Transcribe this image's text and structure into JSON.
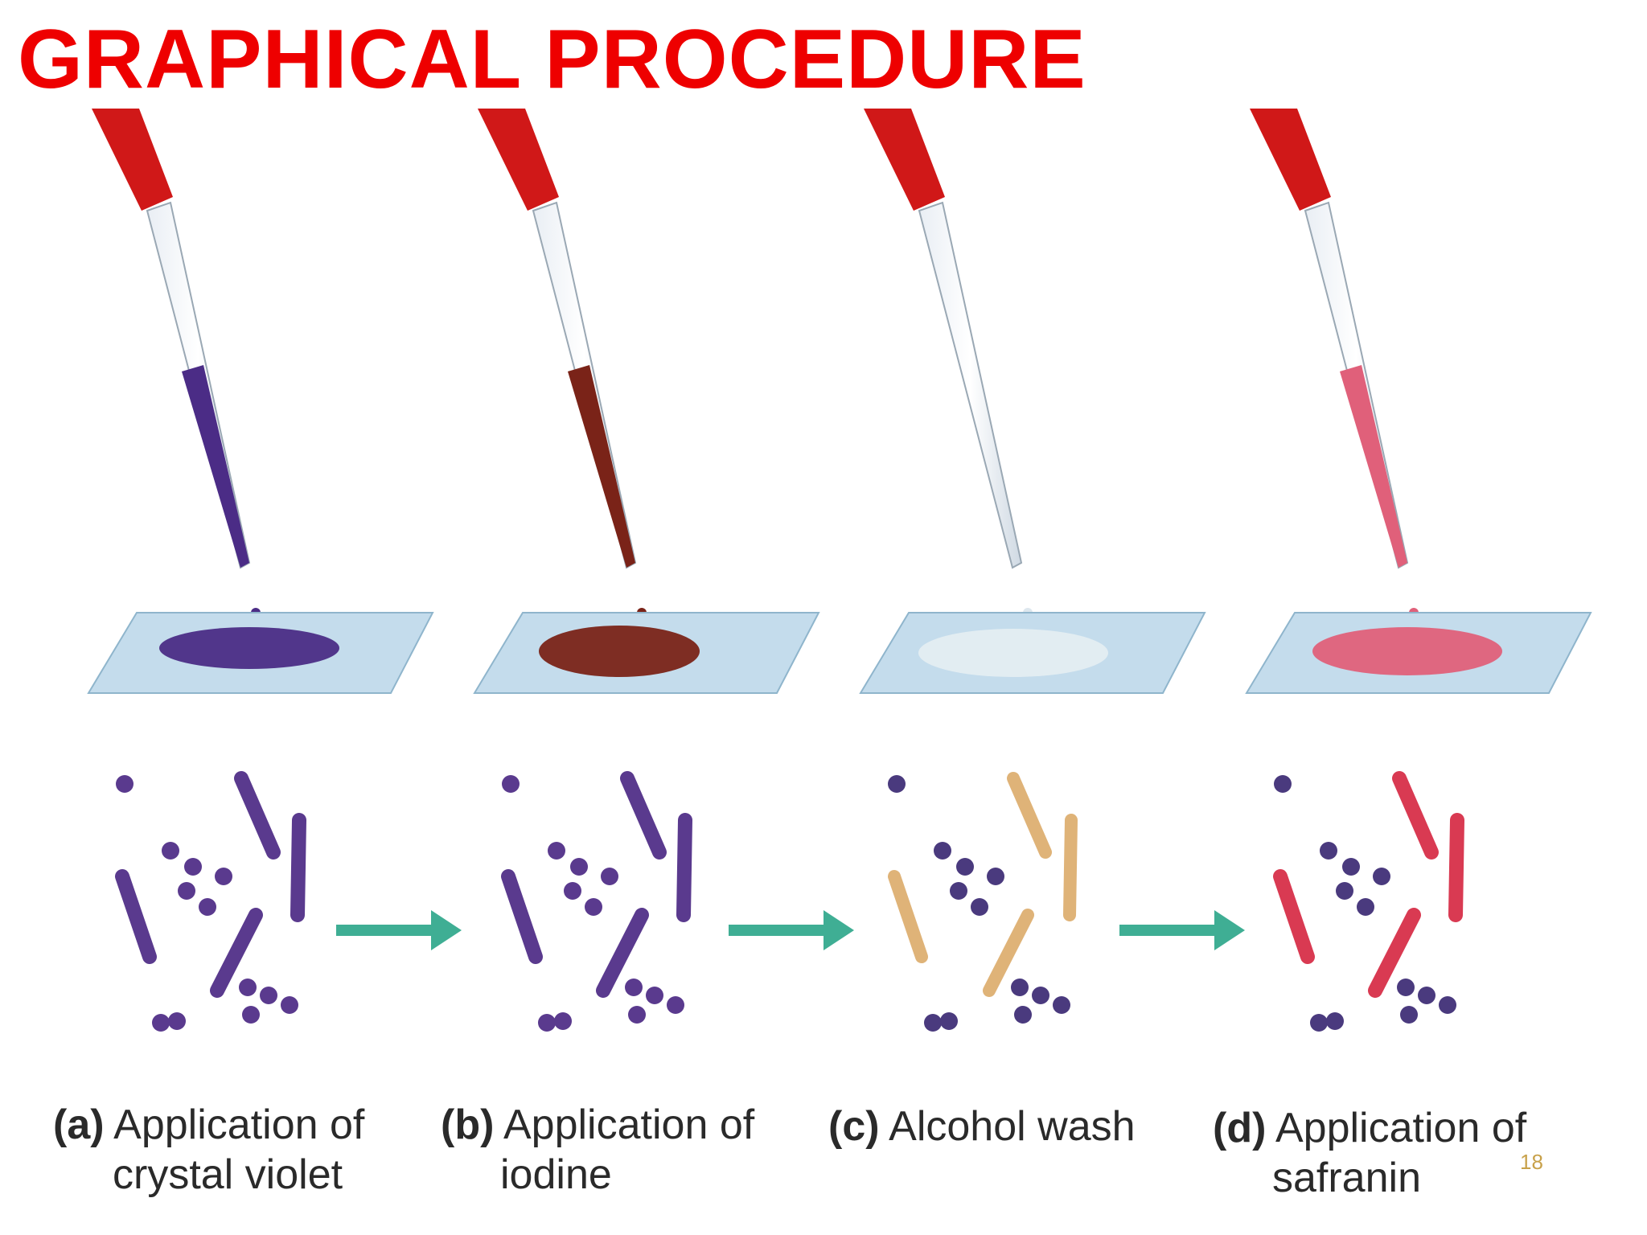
{
  "title": "GRAPHICAL PROCEDURE",
  "steps": [
    {
      "letter": "(a)",
      "line1": "Application of",
      "line2": "crystal violet",
      "stain_color": "#4b2c86",
      "cell_color": "#5a3a8e",
      "rod_color": "#5a3a8e"
    },
    {
      "letter": "(b)",
      "line1": "Application of",
      "line2": "iodine",
      "stain_color": "#7a2318",
      "cell_color": "#5a3a8e",
      "rod_color": "#5a3a8e"
    },
    {
      "letter": "(c)",
      "line1": "Alcohol wash",
      "line2": "",
      "stain_color": "#e6eef3",
      "cell_color": "#4a3a7e",
      "rod_color": "#d9a660"
    },
    {
      "letter": "(d)",
      "line1": "Application of",
      "line2": "safranin",
      "stain_color": "#e0607a",
      "cell_color": "#4a3a7e",
      "rod_color": "#d93a52"
    }
  ],
  "page_number": "18",
  "colors": {
    "title": "#ee0000",
    "dropper_bulb": "#d01818",
    "arrow": "#3fae94",
    "slide": "#c4dcec"
  }
}
